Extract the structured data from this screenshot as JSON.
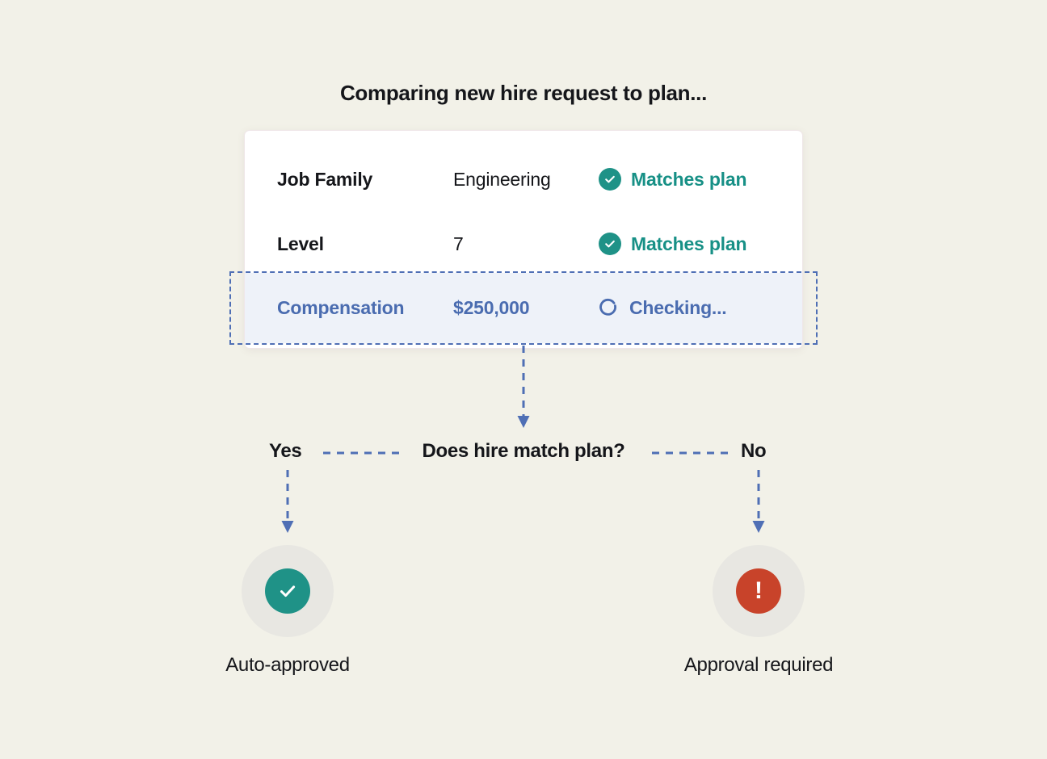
{
  "title": "Comparing new hire request to plan...",
  "comparison_card": {
    "rows": [
      {
        "label": "Job Family",
        "value": "Engineering",
        "status": "Matches plan",
        "status_icon": "check-circle-icon",
        "state": "matched"
      },
      {
        "label": "Level",
        "value": "7",
        "status": "Matches plan",
        "status_icon": "check-circle-icon",
        "state": "matched"
      },
      {
        "label": "Compensation",
        "value": "$250,000",
        "status": "Checking...",
        "status_icon": "spinner-icon",
        "state": "checking"
      }
    ]
  },
  "decision": {
    "question": "Does hire match plan?",
    "yes_label": "Yes",
    "no_label": "No"
  },
  "outcomes": [
    {
      "label": "Auto-approved",
      "icon": "check-icon",
      "icon_color": "#1f9287"
    },
    {
      "label": "Approval required",
      "icon": "exclamation-icon",
      "icon_color": "#c8432a",
      "glyph": "!"
    }
  ],
  "colors": {
    "background": "#f2f1e8",
    "card": "#ffffff",
    "success": "#179086",
    "active": "#4a6cb0",
    "active_fill": "#eef2f9",
    "danger": "#c8432a",
    "connector": "#4f6fb5",
    "node_halo": "#e8e7e2"
  }
}
